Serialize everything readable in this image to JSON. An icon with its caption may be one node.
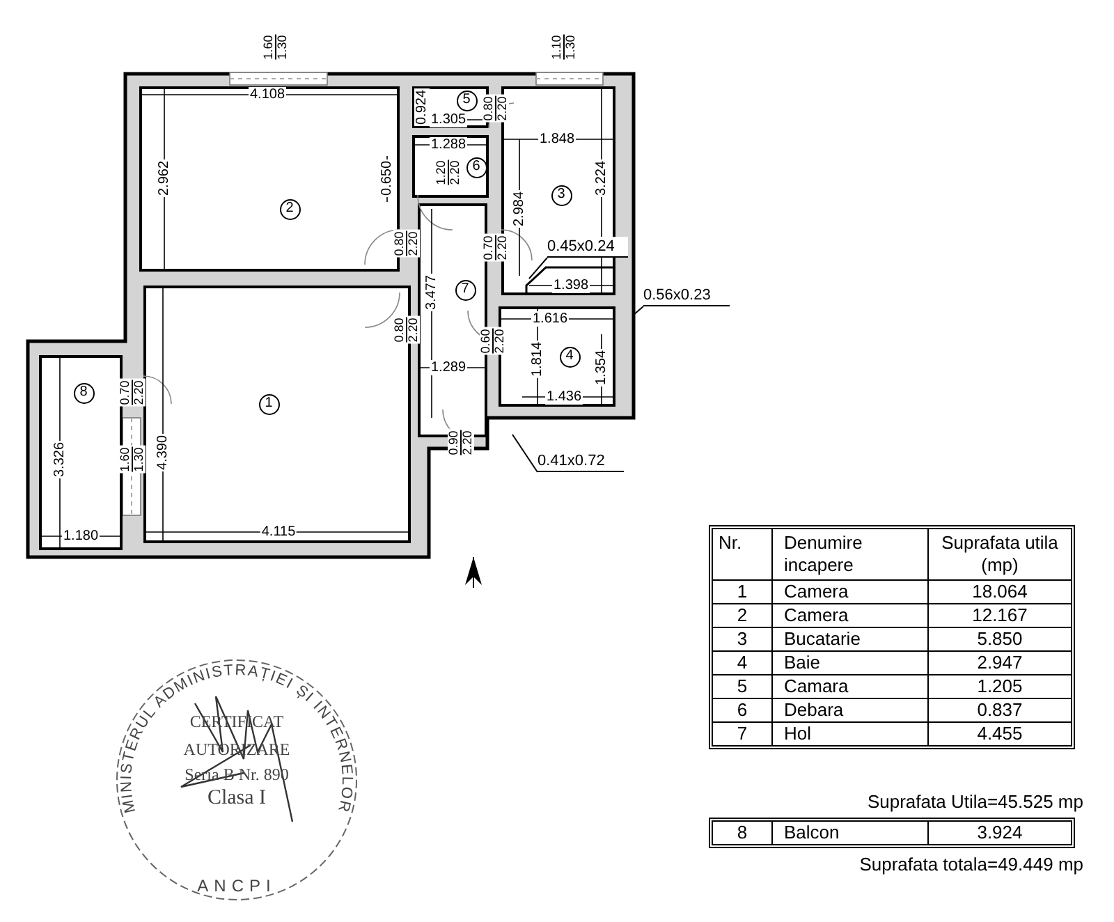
{
  "diagram": {
    "nodes": [
      {
        "text": [
          "1"
        ]
      },
      {
        "text": [
          "2"
        ]
      },
      {
        "text": [
          "3"
        ]
      },
      {
        "text": [
          "4"
        ]
      },
      {
        "text": [
          "5"
        ]
      },
      {
        "text": [
          "6"
        ]
      },
      {
        "text": [
          "7"
        ]
      },
      {
        "text": [
          "8"
        ]
      },
      {
        "text": [
          "0.45x0.24"
        ]
      },
      {
        "text": [
          "0.56x0.23"
        ]
      },
      {
        "text": [
          "0.41x0.72"
        ]
      }
    ],
    "edges": [
      {
        "from": 8,
        "to": 2,
        "arrow": "none"
      },
      {
        "from": 9,
        "to": null,
        "arrow": "none"
      },
      {
        "from": 10,
        "to": null,
        "arrow": "none"
      }
    ],
    "labels": [
      "1.60",
      "1.30",
      "1.10",
      "1.30",
      "4.108",
      "0.924",
      "0.80",
      "2.20",
      "1.305",
      "1.848",
      "2.962",
      "0.650",
      "1.288",
      "1.20",
      "2.20",
      "2.984",
      "3.224",
      "0.80",
      "2.20",
      "0.70",
      "2.20",
      "1.398",
      "3.477",
      "0.80",
      "2.20",
      "1.616",
      "0.60",
      "2.20",
      "1.814",
      "1.289",
      "1.354",
      "0.70",
      "2.20",
      "1.436",
      "0.90",
      "2.20",
      "3.326",
      "1.60",
      "1.30",
      "4.390",
      "1.180",
      "4.115",
      "Nr.",
      "Denumire incapere",
      "Suprafata utila (mp)",
      "1",
      "Camera",
      "18.064",
      "2",
      "Camera",
      "12.167",
      "3",
      "Bucatarie",
      "5.850",
      "4",
      "Baie",
      "2.947",
      "5",
      "Camara",
      "1.205",
      "6",
      "Debara",
      "0.837",
      "7",
      "Hol",
      "4.455",
      "Suprafata Utila=45.525 mp",
      "8",
      "Balcon",
      "3.924",
      "Suprafata totala=49.449 mp",
      "MINISTERUL ADMINISTRAȚIEI ȘI INTERNELOR",
      "CERTIFICAT",
      "AUTORIZARE",
      "Seria B Nr. 890",
      "Clasa I",
      "ANCPI"
    ]
  }
}
